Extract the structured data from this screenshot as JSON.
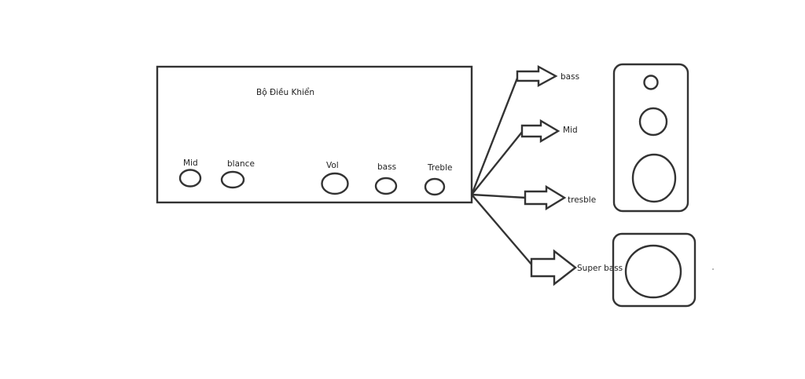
{
  "controller": {
    "title": "Bộ Điều Khiển",
    "knobs": [
      {
        "label": "Mid"
      },
      {
        "label": "blance"
      },
      {
        "label": "Vol"
      },
      {
        "label": "bass"
      },
      {
        "label": "Treble"
      }
    ]
  },
  "outputs": [
    {
      "label": "bass"
    },
    {
      "label": "Mid"
    },
    {
      "label": "tresble"
    },
    {
      "label": "Super bass"
    }
  ],
  "colors": {
    "stroke": "#333333",
    "background": "#ffffff"
  }
}
